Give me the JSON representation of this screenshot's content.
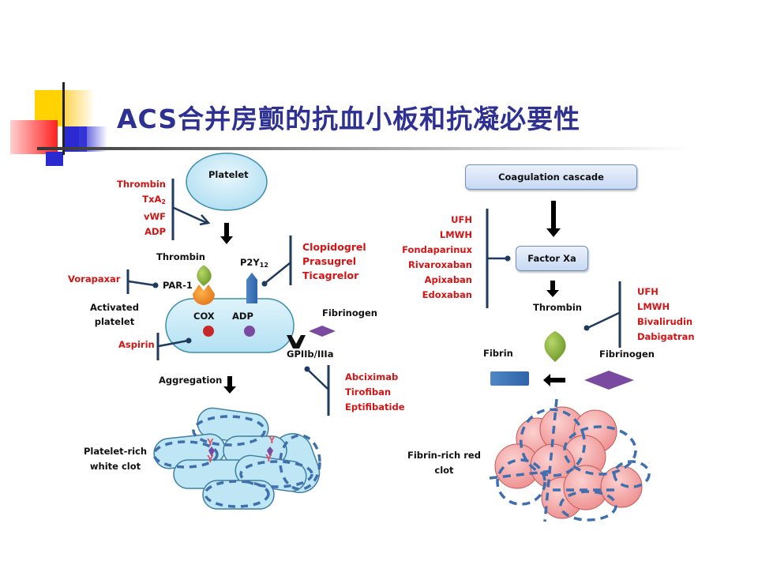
{
  "slide": {
    "title": "ACS合并房颤的抗血小板和抗凝必要性"
  },
  "left_panel": {
    "platelet_label": "Platelet",
    "agonists": [
      "Thrombin",
      "TxA",
      "vWF",
      "ADP"
    ],
    "agonist_subscript": "2",
    "thrombin_label": "Thrombin",
    "p2y12_label": "P2Y",
    "p2y12_subscript": "12",
    "par1_label": "PAR-1",
    "vorapaxar_label": "Vorapaxar",
    "activated_platelet_label": [
      "Activated",
      "platelet"
    ],
    "cox_label": "COX",
    "adp_label": "ADP",
    "aspirin_label": "Aspirin",
    "fibrinogen_label": "Fibrinogen",
    "gp_label": "GPIIb/IIIa",
    "p2y12_inhibitors": [
      "Clopidogrel",
      "Prasugrel",
      "Ticagrelor"
    ],
    "gp_inhibitors": [
      "Abciximab",
      "Tirofiban",
      "Eptifibatide"
    ],
    "aggregation_label": "Aggregation",
    "clot_label": [
      "Platelet-rich",
      "white clot"
    ]
  },
  "right_panel": {
    "cascade_label": "Coagulation cascade",
    "factor_xa_label": "Factor Xa",
    "xa_inhibitors": [
      "UFH",
      "LMWH",
      "Fondaparinux",
      "Rivaroxaban",
      "Apixaban",
      "Edoxaban"
    ],
    "thrombin_label": "Thrombin",
    "thrombin_inhibitors": [
      "UFH",
      "LMWH",
      "Bivalirudin",
      "Dabigatran"
    ],
    "fibrin_label": "Fibrin",
    "fibrinogen_label": "Fibrinogen",
    "clot_label": [
      "Fibrin-rich red",
      "clot"
    ]
  },
  "colors": {
    "title": "#2e3192",
    "drug_text": "#d41414",
    "inhibitor_line": "#1f3a5f",
    "platelet_fill": "#bfe6f5",
    "rbc_fill": "#f4a6a6",
    "fibrin_dash": "#3f6fae"
  }
}
